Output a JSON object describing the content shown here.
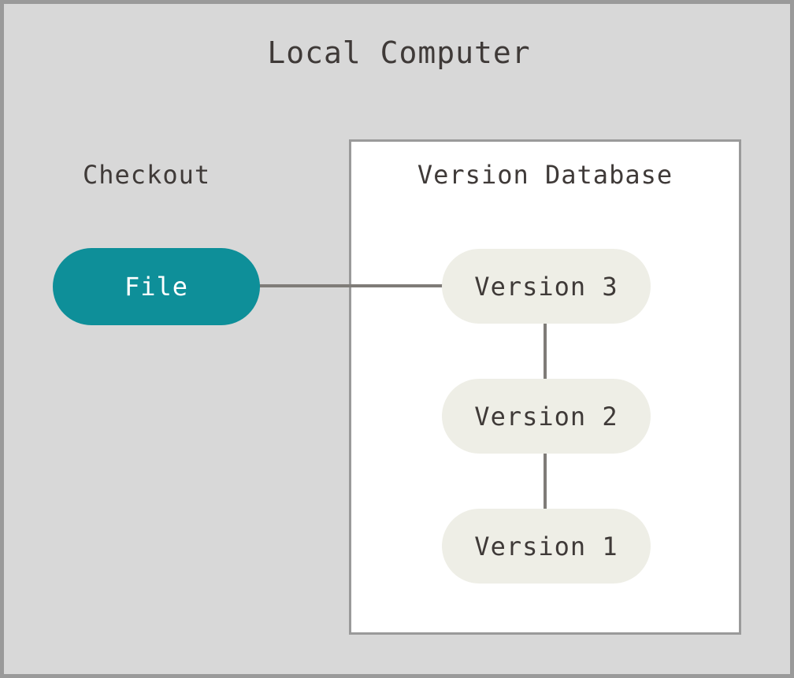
{
  "diagram": {
    "title": "Local Computer",
    "colors": {
      "canvas_background": "#d8d8d8",
      "canvas_border": "#9a9a9a",
      "container_background": "#ffffff",
      "container_border": "#9a9a9a",
      "text": "#3f3a38",
      "edge": "#7f7c78",
      "file_node_fill": "#0e8f99",
      "file_node_text": "#ffffff",
      "version_node_fill": "#eeeee6",
      "version_node_text": "#3f3a38"
    },
    "checkout": {
      "label": "Checkout",
      "node": {
        "label": "File",
        "shape": "rounded-pill"
      }
    },
    "version_database": {
      "label": "Version Database",
      "nodes": [
        {
          "label": "Version 3",
          "shape": "rounded-pill"
        },
        {
          "label": "Version 2",
          "shape": "rounded-pill"
        },
        {
          "label": "Version 1",
          "shape": "rounded-pill"
        }
      ]
    },
    "edges": [
      {
        "from": "File",
        "to": "Version 3",
        "orientation": "horizontal"
      },
      {
        "from": "Version 3",
        "to": "Version 2",
        "orientation": "vertical"
      },
      {
        "from": "Version 2",
        "to": "Version 1",
        "orientation": "vertical"
      }
    ]
  }
}
